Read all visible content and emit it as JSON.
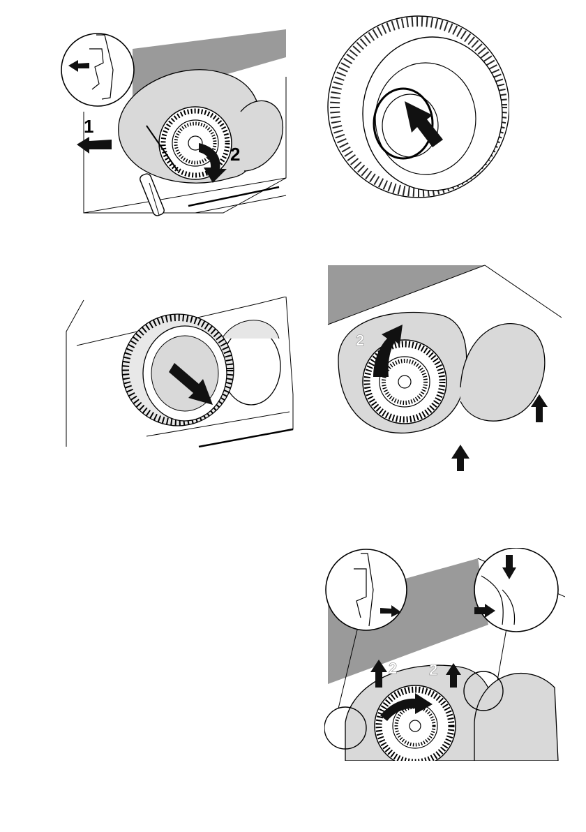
{
  "illustrations": {
    "fig1": {
      "step_labels": [
        "1",
        "2"
      ]
    },
    "fig2": {},
    "fig3": {},
    "fig4": {
      "step_labels": [
        "2"
      ]
    },
    "fig5": {
      "step_labels": [
        "2",
        "2"
      ]
    }
  }
}
